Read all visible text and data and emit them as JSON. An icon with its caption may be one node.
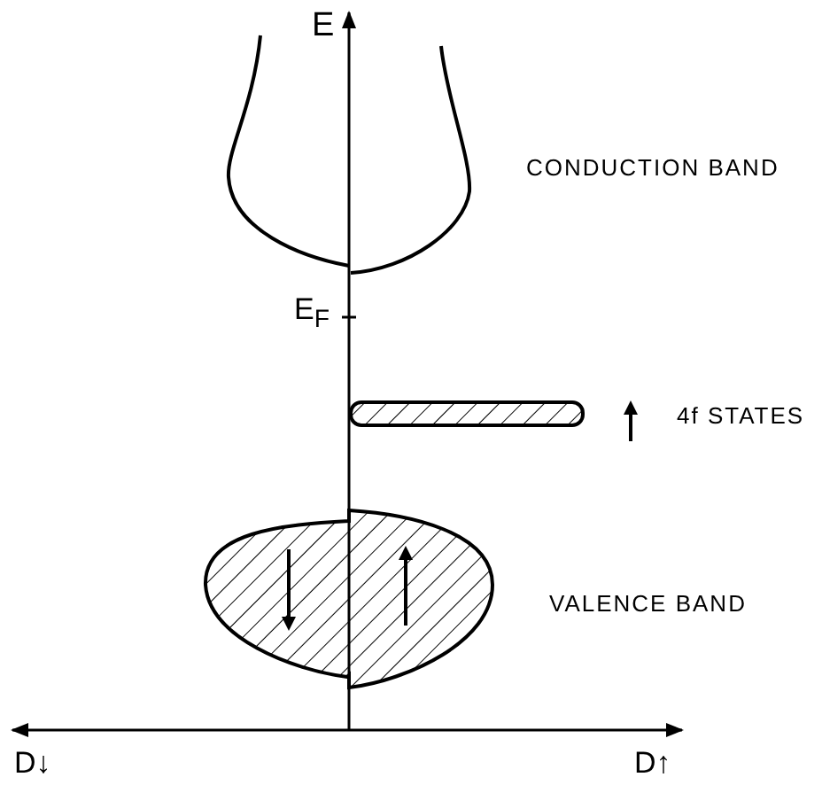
{
  "diagram": {
    "labels": [
      "E",
      "CONDUCTION BAND",
      "E$_{F}$",
      "4f STATES",
      "VALENCE BAND",
      "D↓",
      "D↑"
    ]
  }
}
